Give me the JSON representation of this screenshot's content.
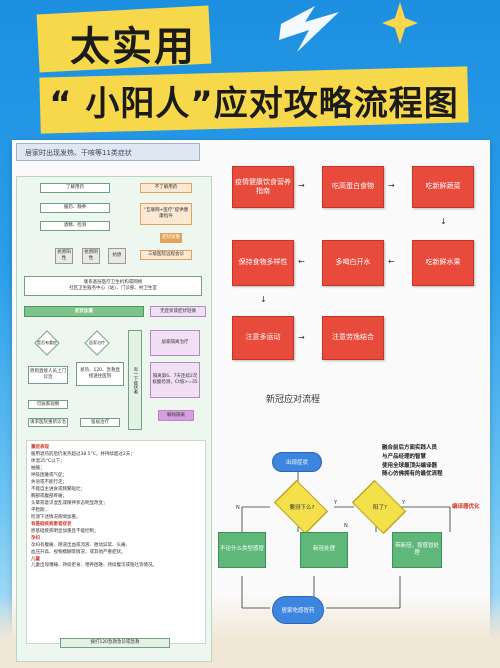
{
  "header": {
    "title_main": "太实用",
    "title_sub": "“ 小阳人”应对攻略流程图"
  },
  "left_panel": {
    "header": "居家时出现发热、干咳等11类症状",
    "top_left": [
      "了解用药",
      "服药、静养",
      "酒精、检测",
      "抗原阳性",
      "抗原阴性"
    ],
    "top_right": [
      "不了解用药",
      "“互联网+医疗”提供健康指导",
      "症状加重",
      "三级医院远程会诊"
    ],
    "antigen": [
      "抗原",
      "阳性",
      "抗原",
      "阴性",
      "抗原",
      "阴性"
    ],
    "community_a": "联系基层医疗卫生机构或网格",
    "community_b": "社区卫生服务中心（站）、门诊部、村卫生室",
    "bar_left": "症状加重",
    "bar_right": "无症状或症状轻微",
    "branch": [
      "是否有重症",
      "居家治疗",
      "是否有转诊"
    ],
    "col_boxes": [
      "原则直接人员上门诊治",
      "发热、120、急救直接送往医院",
      "可居家观察",
      "请求"
    ],
    "col_boxes2": [
      "请求医院重新诊治",
      "留居治疗"
    ],
    "observe_note": "有一下症状者",
    "purple": [
      "居家隔离治疗",
      "隔离第6、7天连续2次核酸检测，Ct值>=35",
      "解除隔离"
    ],
    "sections": [
      {
        "title": "重症表现",
        "lines": [
          "服用退热药后仍发热超过38.5°C，并持续超过2天；",
          "体温35°C以下；",
          "抽搐；",
          "呼吸困难或气促；",
          "失语或不能行走；",
          "不能自主进食或频繁呕吐；",
          "胸部或腹部疼痛；",
          "头晕或意识混乱或精神状态明显改变；",
          "平稳期...",
          "检测下述情况病情加重。"
        ]
      },
      {
        "title": "有基础疾病患者症状",
        "lines": [
          "原基础疾病明显加重且不能控制；"
        ]
      },
      {
        "title": "孕妇",
        "lines": [
          "孕妇有腹痛、阴道出血或流液、胎动异常、头痛、",
          "血压升高、视物模糊等情况，或其他严重症状。"
        ]
      },
      {
        "title": "儿童",
        "lines": [
          "儿童出现嗜睡、持续拒食、喂养困难、持续腹泻或呕吐等情况。"
        ]
      }
    ],
    "hotline": "拨打120急救急诊或急救"
  },
  "red_flow": {
    "nodes": [
      "疫情健康饮食营养指南",
      "吃高蛋白食物",
      "吃新鲜蔬菜",
      "吃新鲜水果",
      "多喝白开水",
      "保持食物多样性",
      "注意多运动",
      "注意劳逸结合"
    ]
  },
  "treatment_flow": {
    "title": "新冠应对流程",
    "start": "出现症状",
    "q1": "要测下么?",
    "q2": "阳了?",
    "yes": "Y",
    "no": "N",
    "nodes": [
      "不论什么类型感冒",
      "新冠处理",
      "带新冠，按感冒处理"
    ],
    "end": "居家吃感冒药",
    "notes": [
      "融合前后方面实践人员",
      "与产品经理的智慧",
      "使用全球最顶尖编译器",
      "随心仿佛拥有的最优流程"
    ],
    "side_note": "编译器优化"
  },
  "colors": {
    "accent_yellow": "#f6d84a",
    "red_box": "#e84b3c",
    "blue_node": "#3c86e0",
    "green_node": "#5fb87a"
  }
}
